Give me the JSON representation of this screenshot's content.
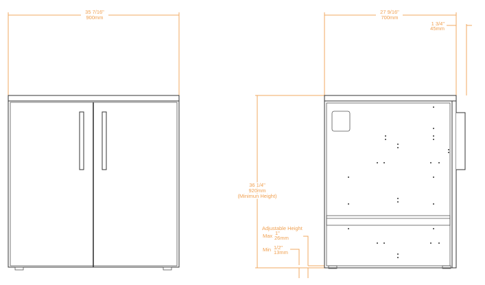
{
  "title": "Cabinet dimension drawing",
  "front_view": {
    "width_imperial": "35 7/16\"",
    "width_metric": "900mm"
  },
  "side_view": {
    "depth_imperial": "27 9/16\"",
    "depth_metric": "700mm",
    "handle_imperial": "1 3/4\"",
    "handle_metric": "45mm",
    "height_imperial": "36 1/4\"",
    "height_metric": "920mm",
    "height_note": "(Minimun Height)",
    "adjustable_label": "Adjustable Height",
    "max_label": "Max",
    "max_imperial": "1\"",
    "max_metric": "26mm",
    "min_label": "Min",
    "min_imperial": "1/2\"",
    "min_metric": "13mm"
  },
  "colors": {
    "dimension": "#f0a050",
    "outline": "#333333"
  }
}
